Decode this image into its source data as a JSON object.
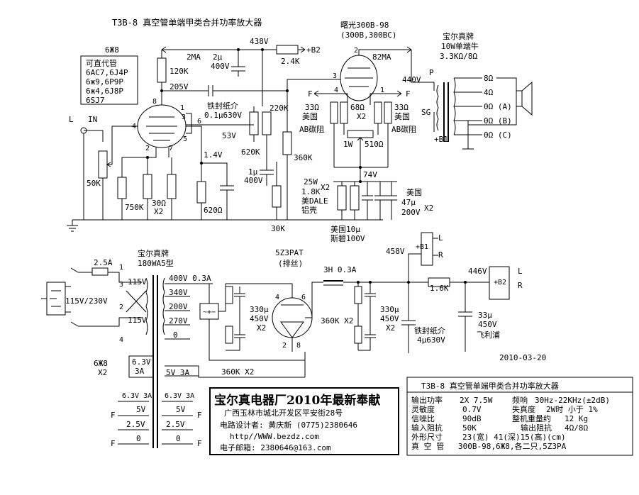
{
  "title": "T3B-8 真空管单端甲类合并功率放大器",
  "input": {
    "l": "L",
    "in": "IN",
    "vol": "50K"
  },
  "alt_tubes": {
    "tube": "6Ж8",
    "head": "可直代管",
    "l1": "6AC7,6J4P",
    "l2": "6ж9,6P9P",
    "l3": "6ж4,6J8P",
    "l4": "6SJ7"
  },
  "driver": {
    "r_plate": "120K",
    "v_top": "2MA",
    "v_plate": "205V",
    "cap_top": "2μ",
    "cap_top_v": "400V",
    "cap_couple": "铁封纸介",
    "cap_couple_v": "0.1μ630V",
    "r_g2": "220K",
    "r_g2b": "620K",
    "v_g2": "53V",
    "cap_g2": "1μ",
    "cap_g2_v": "400V",
    "r_k": "750K",
    "r_k2": "30Ω",
    "r_k2x": "X2",
    "v_k": "1.4V",
    "r_620": "620Ω",
    "r_bot": "30K",
    "v_438": "438V",
    "pin8": "8",
    "pin3": "3",
    "pin1": "1",
    "pin4": "4",
    "pin6": "6",
    "pin5": "5",
    "pin2": "2",
    "pin7": "7"
  },
  "output": {
    "tube_name": "曙光300B-98",
    "tube_alt": "(300B,300BC)",
    "ma": "82MA",
    "v440": "440V",
    "r_24k": "2.4K",
    "b2": "+B2",
    "r_360k": "360K",
    "r_33a": "33Ω",
    "r_33b": "33Ω",
    "us_a": "美国",
    "us_b": "美国",
    "ab_a": "AB碳阻",
    "ab_b": "AB碳阻",
    "r_68": "68Ω",
    "x2": "X2",
    "pot": "1W",
    "pot_v": "510Ω",
    "f1": "F",
    "f2": "F",
    "p1": "1",
    "p2": "2",
    "p3": "3",
    "p4": "4",
    "v74": "74V",
    "rk_w": "25W",
    "rk_x": "X2",
    "rk_v": "1.8K",
    "rk_brand": "美DALE",
    "rk_case": "铝壳",
    "ck_us": "美国",
    "ck_v": "47μ",
    "ck_x": "X2",
    "ck_volt": "200V",
    "cs_us": "美国10μ",
    "cs_brand": "斯碧100V"
  },
  "transformer": {
    "brand": "宝尔真牌",
    "spec": "10W单端牛",
    "z": "3.3KΩ/8Ω",
    "p": "P",
    "sg": "SG",
    "b1": "+B1",
    "taps": [
      "8Ω",
      "4Ω",
      "0Ω (A)",
      "0Ω (B)",
      "0Ω (C)"
    ]
  },
  "psu": {
    "fuse": "2.5A",
    "mains": "115V/230V",
    "v115a": "115V",
    "v115b": "115V",
    "ptbrand": "宝尔真牌",
    "ptmodel": "180WA5型",
    "sec_hv": "400V 0.3A",
    "taps": [
      "340V",
      "200V",
      "270V",
      "0"
    ],
    "rect_name": "5Z3PAT",
    "rect_sub": "(排丝)",
    "c1": "330μ",
    "c1v": "450V",
    "c1x": "X2",
    "choke": "3H 0.3A",
    "r360": "360K X2",
    "c2": "330μ",
    "c2v": "450V",
    "c2x": "X2",
    "cpaper": "铁封纸介",
    "cpaper_v": "4μ630V",
    "r16": "1.6K",
    "v458": "458V",
    "b1": "+B1",
    "v446": "446V",
    "b2": "+B2",
    "lr_l": "L",
    "lr_r": "R",
    "lr_l2": "L",
    "lr_r2": "R",
    "c33": "33μ",
    "c33v": "450V",
    "c33b": "飞利浦",
    "heater5": "5V 3A",
    "r360b": "360K X2",
    "h_63a": "6.3V",
    "h_3a": "3A",
    "h_tube": "6Ж8",
    "h_x2": "X2",
    "h_63l": "6.3V 3A",
    "h_5v": "5V",
    "h_25": "2.5V",
    "h_0": "0",
    "h_63r": "6.3V 3A",
    "h_5vr": "5V",
    "h_25r": "2.5V",
    "h_0r": "0",
    "f": "F",
    "pin1": "1",
    "pin2": "2",
    "pin3": "3",
    "pin4": "4",
    "pin4b": "4",
    "pin6": "6",
    "pin8": "8",
    "pin2b": "2",
    "pin8b": "8"
  },
  "date": "2010-03-20",
  "credit": {
    "title": "宝尔真电器厂2010年最新奉献",
    "addr": "广西玉林市城北开发区平安街28号",
    "designer": "电路设计者: 黄庆新  (0775)2380646",
    "web": "http//WWW.bezdz.com",
    "email": "电子邮箱: 2380646@163.com"
  },
  "spec": {
    "title": "T3B-8 真空管单端甲类合并功率放大器",
    "rows": [
      [
        "输出功率",
        "2X 7.5W",
        "频响",
        "30Hz-22KHz(±2dB)"
      ],
      [
        "灵敏度",
        "0.7V",
        "失真度",
        "2W时 小于 1%"
      ],
      [
        "信噪比",
        "90dB",
        "整机重量约",
        "12 Kg"
      ],
      [
        "输入阻抗",
        "50K",
        "输出阻抗",
        "4Ω/8Ω"
      ],
      [
        "外形尺寸",
        "23(宽) 41(深)15(高)(cm)",
        "",
        ""
      ],
      [
        "真 空 管",
        "300B-98,6Ж8,各二只,5Z3PA",
        "",
        ""
      ]
    ]
  }
}
